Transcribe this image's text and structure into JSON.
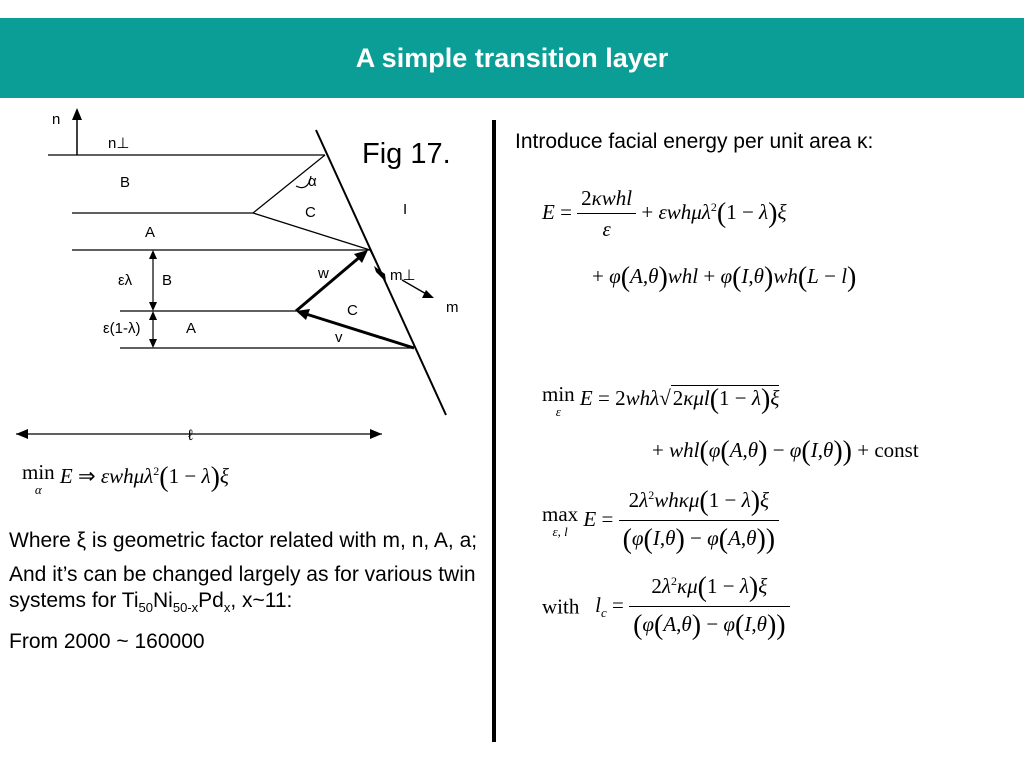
{
  "header": {
    "title": "A simple transition layer"
  },
  "figure": {
    "caption": "Fig 17.",
    "labels": {
      "n": "n",
      "n_perp": "n⊥",
      "B1": "B",
      "C1": "C",
      "A1": "A",
      "I": "I",
      "alpha": "α",
      "eps_lambda": "ελ",
      "B2": "B",
      "w": "w",
      "m_perp": "m⊥",
      "C2": "C",
      "m": "m",
      "eps_1_lambda": "ε(1-λ)",
      "A2": "A",
      "v": "v",
      "ell": "ℓ"
    }
  },
  "left": {
    "min_label": "min",
    "min_sub": "α",
    "para1": "Where ξ is geometric factor related with m, n, A, a;",
    "para2_pre": "And it’s can be changed largely as for various twin systems for Ti",
    "para2_s1": "50",
    "para2_mid1": "Ni",
    "para2_s2": "50-x",
    "para2_mid2": "Pd",
    "para2_s3": "x",
    "para2_post": ", x~11:",
    "para3": "From 2000 ~ 160000"
  },
  "right": {
    "intro": "Introduce facial energy per unit area κ:",
    "min_label": "min",
    "min_sub": "ε",
    "const": "const",
    "max_label": "max",
    "max_sub": "ε, l",
    "with_label": "with"
  }
}
